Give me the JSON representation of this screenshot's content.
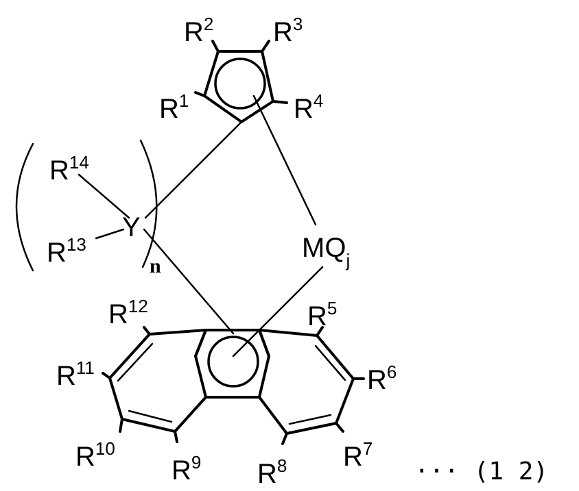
{
  "formula": {
    "equation_number": "··· (1 2)",
    "metal_center": {
      "main": "MQ",
      "sub": "j"
    },
    "bridge": {
      "atom": "Y",
      "repeat_index": "n"
    },
    "substituents": {
      "r1": {
        "base": "R",
        "sup": "1"
      },
      "r2": {
        "base": "R",
        "sup": "2"
      },
      "r3": {
        "base": "R",
        "sup": "3"
      },
      "r4": {
        "base": "R",
        "sup": "4"
      },
      "r5": {
        "base": "R",
        "sup": "5"
      },
      "r6": {
        "base": "R",
        "sup": "6"
      },
      "r7": {
        "base": "R",
        "sup": "7"
      },
      "r8": {
        "base": "R",
        "sup": "8"
      },
      "r9": {
        "base": "R",
        "sup": "9"
      },
      "r10": {
        "base": "R",
        "sup": "10"
      },
      "r11": {
        "base": "R",
        "sup": "11"
      },
      "r12": {
        "base": "R",
        "sup": "12"
      },
      "r13": {
        "base": "R",
        "sup": "13"
      },
      "r14": {
        "base": "R",
        "sup": "14"
      }
    }
  }
}
